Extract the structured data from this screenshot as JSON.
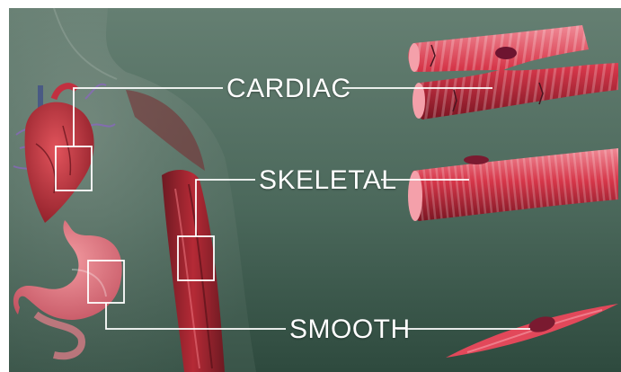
{
  "labels": {
    "cardiac": "CARDIAC",
    "skeletal": "SKELETAL",
    "smooth": "SMOOTH"
  },
  "colors": {
    "background_top": "#5d7e70",
    "background_bottom": "#2f4c40",
    "muscle_red": "#c8283a",
    "label_line": "#ffffff"
  }
}
